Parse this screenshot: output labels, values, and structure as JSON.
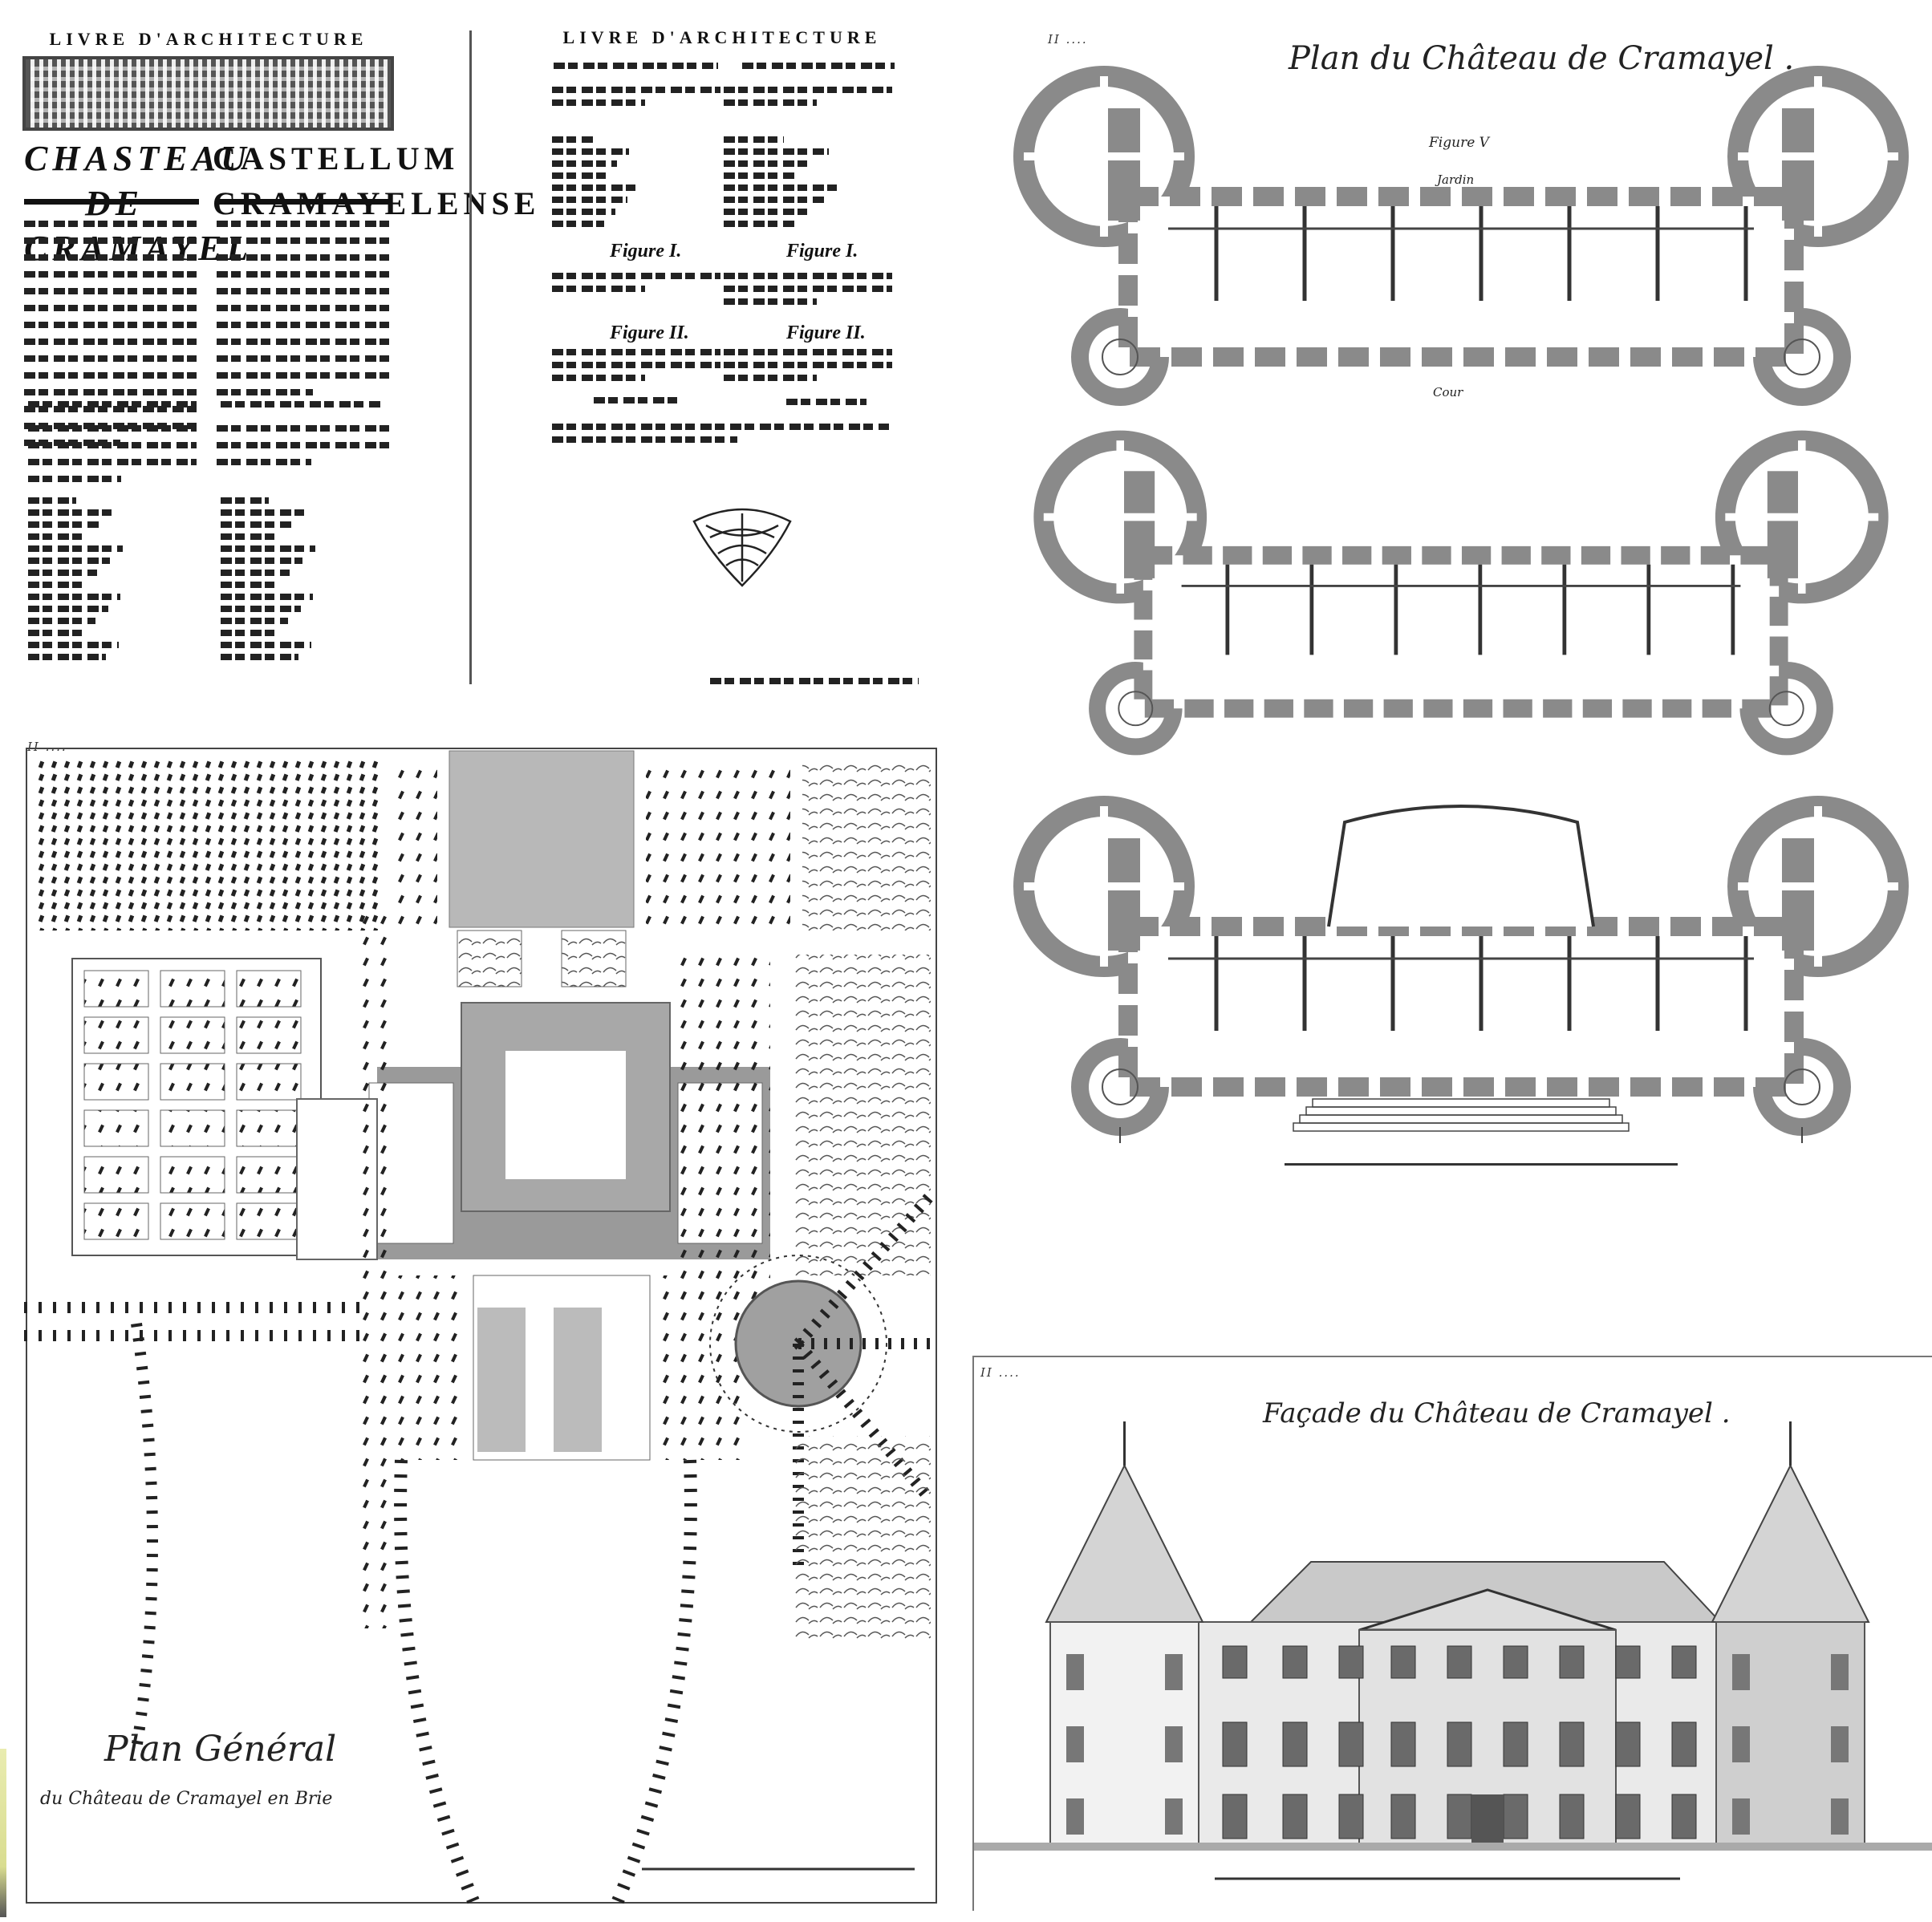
{
  "page_left": {
    "running_head": "LIVRE D'ARCHITECTURE",
    "title_fr": [
      "CHASTEAU",
      "DE CRAMAYEL"
    ],
    "title_la": [
      "CASTELLUM",
      "CRAMAYELENSE"
    ]
  },
  "page_right": {
    "running_head": "LIVRE D'ARCHITECTURE",
    "figure_headings": [
      "Figure I.",
      "Figure I.",
      "Figure II.",
      "Figure II."
    ]
  },
  "plans_plate": {
    "title": "Plan du Château de Cramayel .",
    "labels": {
      "figure": "Figure V",
      "garden": "Jardin",
      "court": "Cour"
    }
  },
  "site_plan": {
    "title": "Plan Général",
    "subtitle": "du Château de Cramayel en Brie"
  },
  "facade_plate": {
    "title": "Façade du Château de Cramayel ."
  },
  "colors": {
    "ink": "#111111",
    "wall_gray": "#8a8a8a",
    "paper": "#ffffff",
    "roof": "#cfcfcf"
  }
}
